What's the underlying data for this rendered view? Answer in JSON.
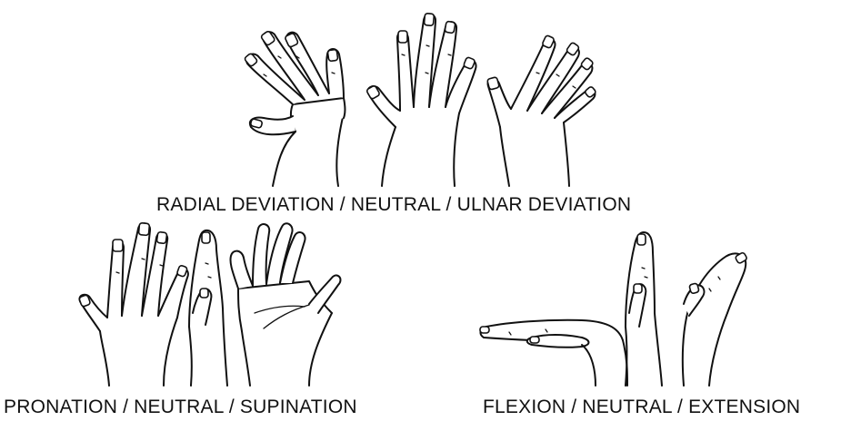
{
  "captions": {
    "radial": "RADIAL DEVIATION / NEUTRAL / ULNAR DEVIATION",
    "pronation": "PRONATION / NEUTRAL / SUPINATION",
    "flexion": "FLEXION / NEUTRAL / EXTENSION"
  },
  "colors": {
    "line": "#111111",
    "background": "#ffffff"
  },
  "figures": [
    {
      "group": "radial",
      "hand": "radial-deviation-hand"
    },
    {
      "group": "radial",
      "hand": "neutral-hand-top"
    },
    {
      "group": "radial",
      "hand": "ulnar-deviation-hand"
    },
    {
      "group": "pronation",
      "hand": "pronation-hand"
    },
    {
      "group": "pronation",
      "hand": "neutral-hand-side"
    },
    {
      "group": "pronation",
      "hand": "supination-hand"
    },
    {
      "group": "flexion",
      "hand": "flexion-hand"
    },
    {
      "group": "flexion",
      "hand": "neutral-hand-vertical"
    },
    {
      "group": "flexion",
      "hand": "extension-hand"
    }
  ]
}
